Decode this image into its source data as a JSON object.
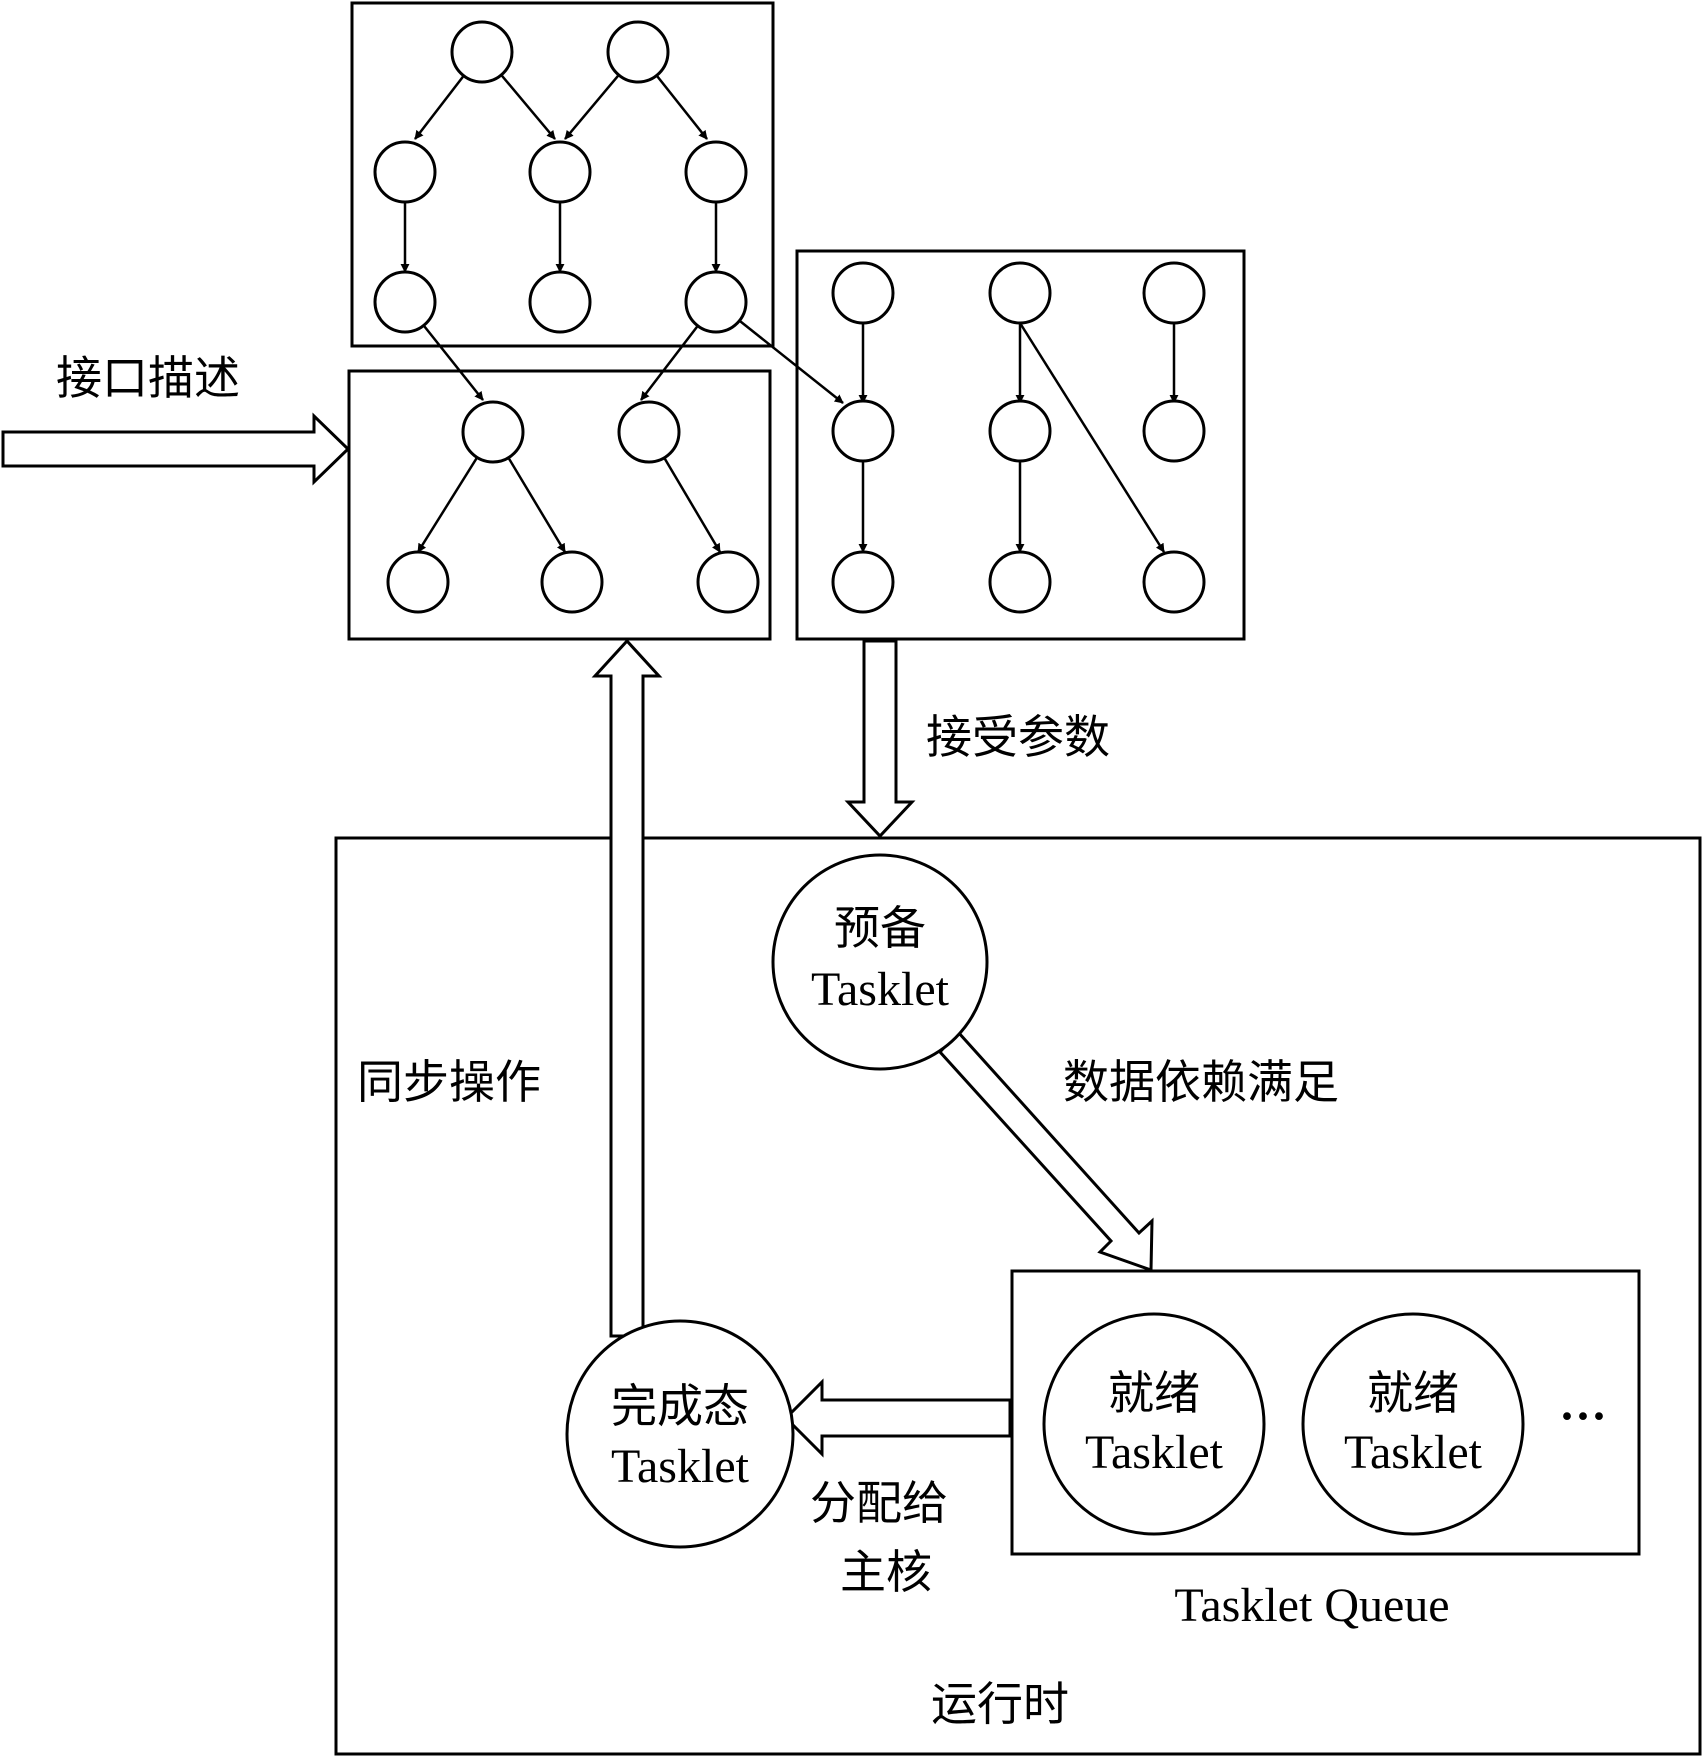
{
  "labels": {
    "interface_desc": "接口描述",
    "accept_params": "接受参数",
    "sync_op": "同步操作",
    "data_dep": "数据依赖满足",
    "assign_line1": "分配给",
    "assign_line2": "主核",
    "queue": "Tasklet Queue",
    "runtime": "运行时",
    "ellipsis": "···"
  },
  "tasklets": {
    "prepared": {
      "line1": "预备",
      "line2": "Tasklet"
    },
    "ready1": {
      "line1": "就绪",
      "line2": "Tasklet"
    },
    "ready2": {
      "line1": "就绪",
      "line2": "Tasklet"
    },
    "done": {
      "line1": "完成态",
      "line2": "Tasklet"
    }
  }
}
